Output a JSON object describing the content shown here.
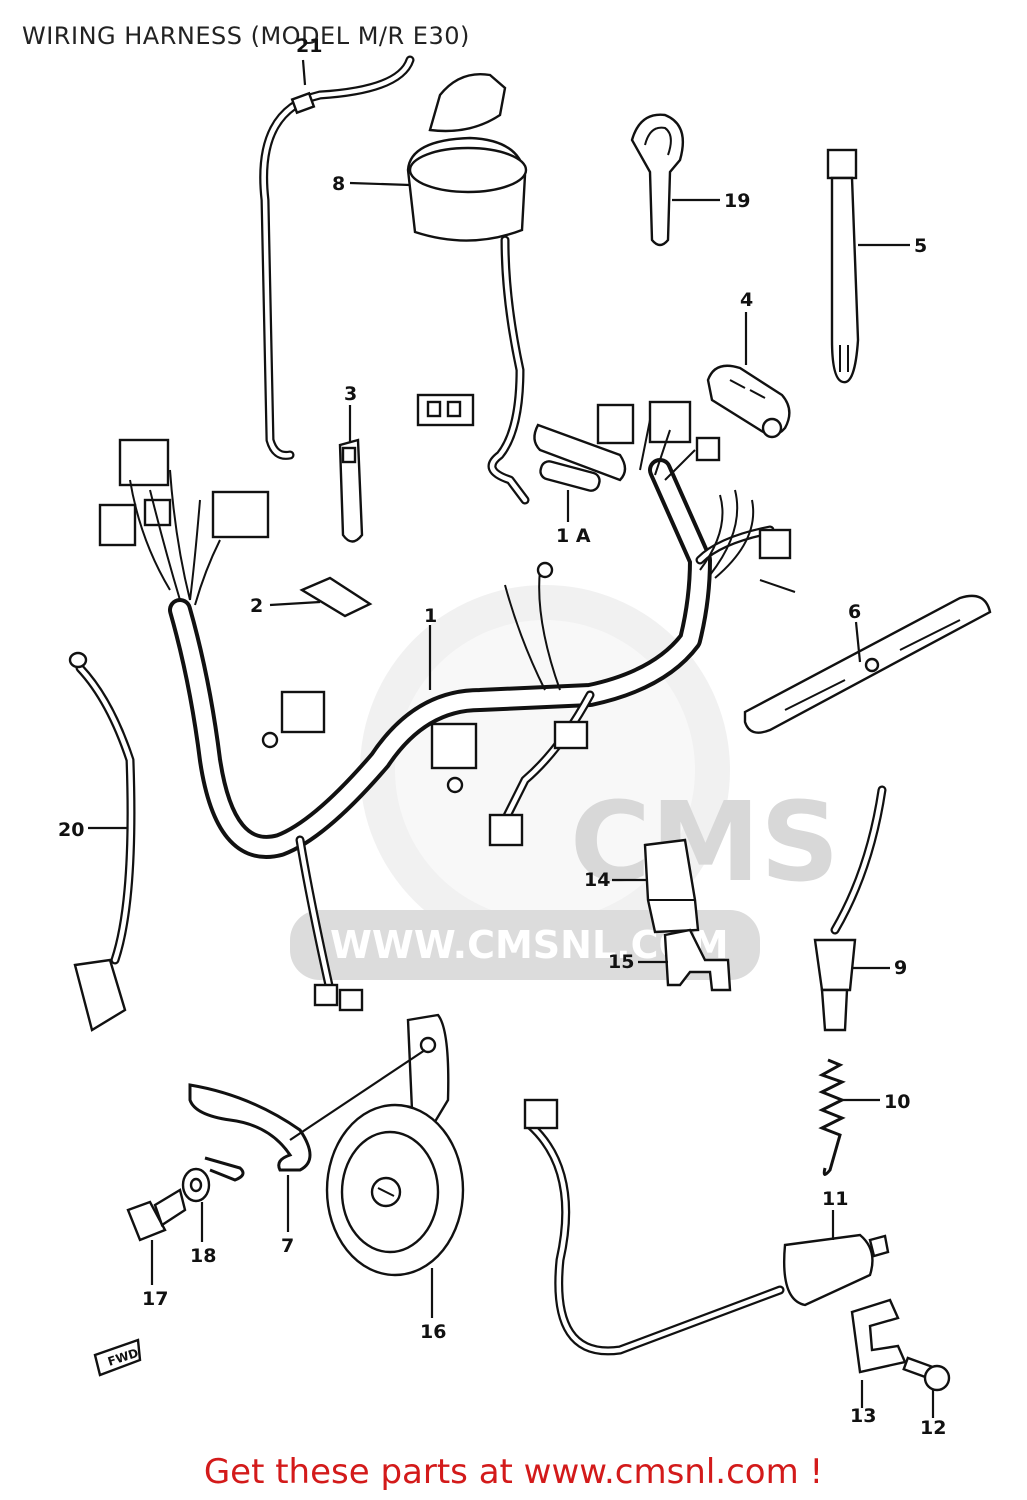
{
  "title": "WIRING HARNESS (MODEL M/R E30)",
  "watermark": {
    "logo_text": "CMS",
    "url_text": "WWW.CMSNL.COM"
  },
  "footer": "Get these parts at www.cmsnl.com !",
  "callouts": [
    "1",
    "1 A",
    "2",
    "3",
    "4",
    "5",
    "6",
    "7",
    "8",
    "9",
    "10",
    "11",
    "12",
    "13",
    "14",
    "15",
    "16",
    "17",
    "18",
    "19",
    "20",
    "21"
  ],
  "labels": {
    "p1": "1",
    "p1a": "1 A",
    "p2": "2",
    "p3": "3",
    "p4": "4",
    "p5": "5",
    "p6": "6",
    "p7": "7",
    "p8": "8",
    "p9": "9",
    "p10": "10",
    "p11": "11",
    "p12": "12",
    "p13": "13",
    "p14": "14",
    "p15": "15",
    "p16": "16",
    "p17": "17",
    "p18": "18",
    "p19": "19",
    "p20": "20",
    "p21": "21"
  },
  "direction_marker": "FWD"
}
